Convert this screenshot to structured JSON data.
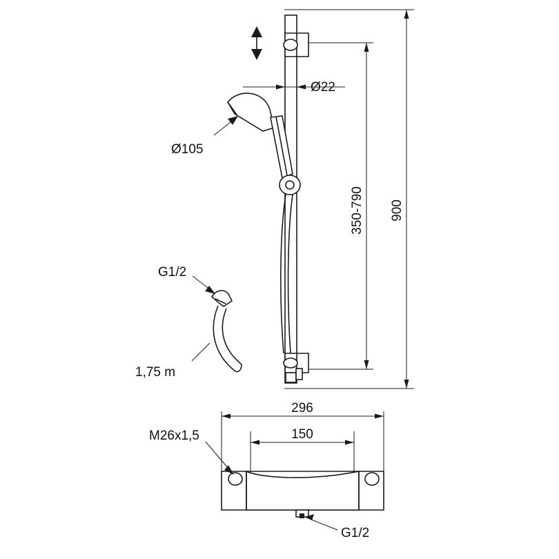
{
  "drawing": {
    "title": "Shower set technical dimension drawing",
    "views": [
      {
        "name": "front-elevation",
        "labels": [
          {
            "key": "rail_diameter",
            "text": "Ø22"
          },
          {
            "key": "head_diameter",
            "text": "Ø105"
          },
          {
            "key": "slider_range",
            "text": "350-790"
          },
          {
            "key": "total_height",
            "text": "900"
          },
          {
            "key": "hose_connection",
            "text": "G1/2"
          },
          {
            "key": "hose_length",
            "text": "1,75 m"
          }
        ]
      },
      {
        "name": "top-view",
        "labels": [
          {
            "key": "overall_width",
            "text": "296"
          },
          {
            "key": "centre_distance",
            "text": "150"
          },
          {
            "key": "thread_size",
            "text": "M26x1,5"
          },
          {
            "key": "outlet_thread",
            "text": "G1/2"
          }
        ]
      }
    ],
    "colors": {
      "line": "#1a1a1a",
      "background": "#ffffff"
    }
  }
}
